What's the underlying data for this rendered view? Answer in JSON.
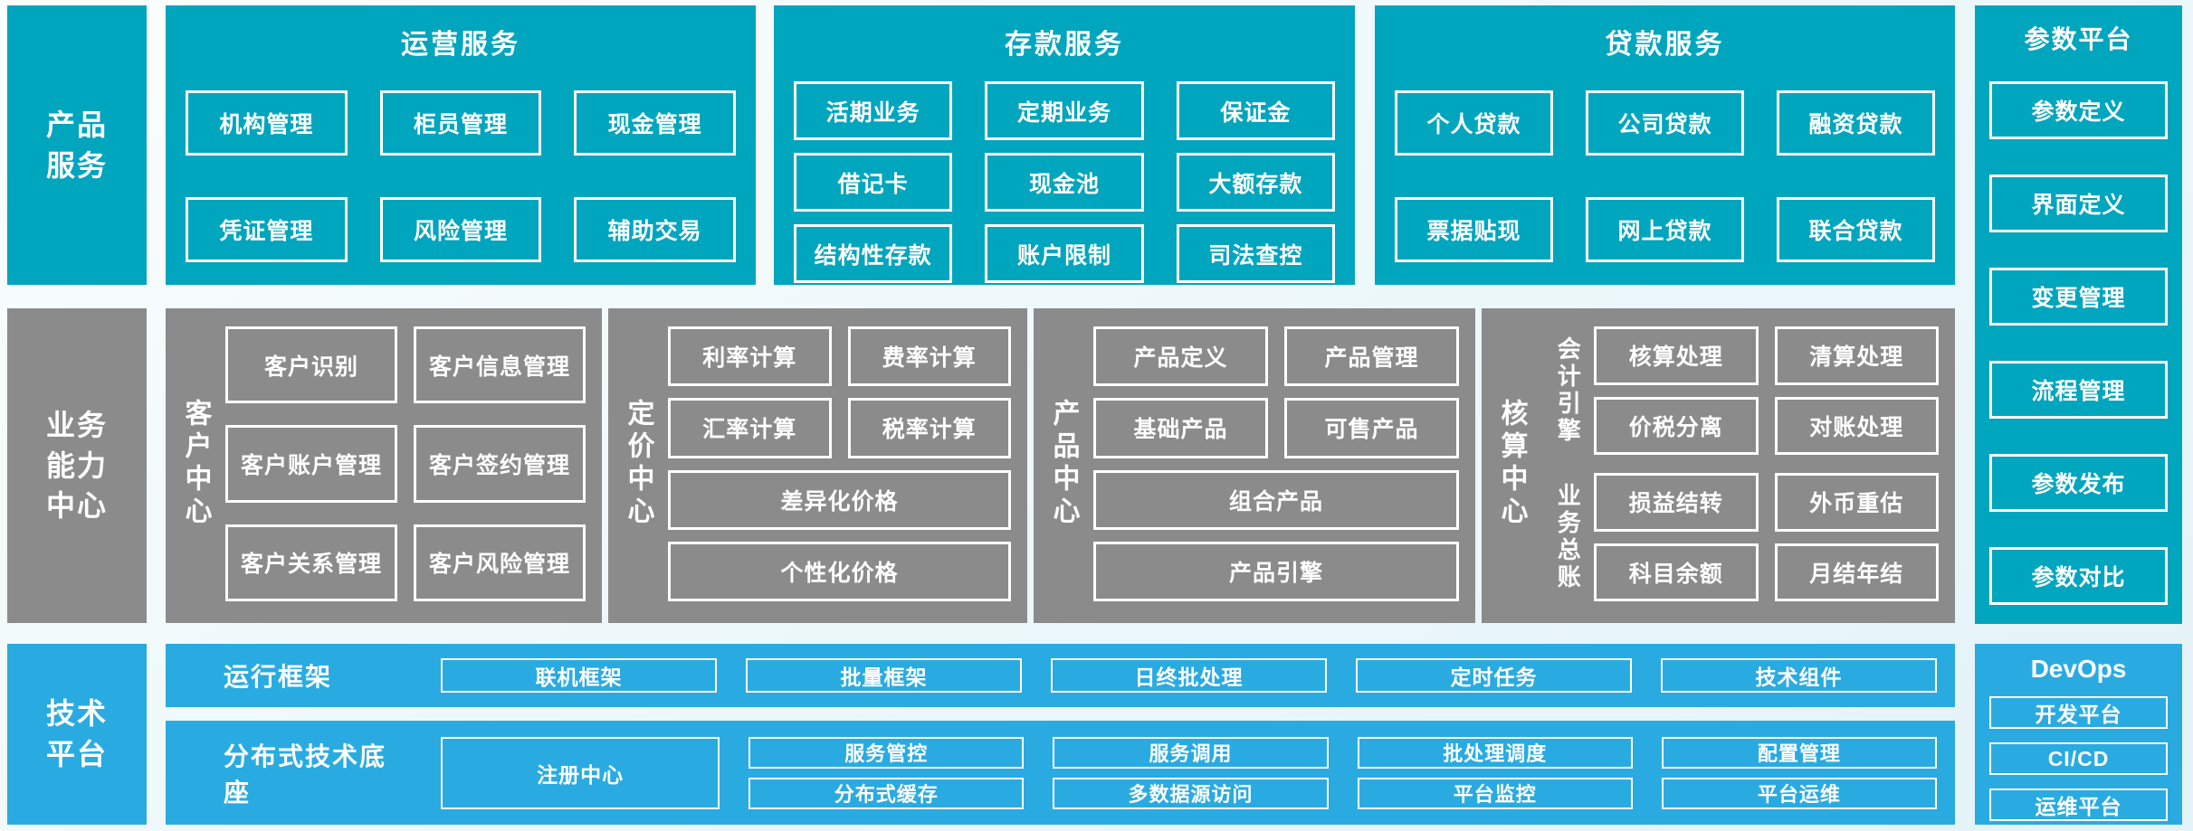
{
  "palette": {
    "teal": "#00a5be",
    "gray": "#8b8b8b",
    "blue": "#29abe2",
    "background": "#ecf7fa",
    "box_border": "#ffffff",
    "text": "#ffffff"
  },
  "left_rail": {
    "items": [
      {
        "label": "产品\n服务"
      },
      {
        "label": "业务\n能力\n中心"
      },
      {
        "label": "技术\n平台"
      }
    ]
  },
  "top_sections": [
    {
      "title": "运营服务",
      "boxes": [
        "机构管理",
        "柜员管理",
        "现金管理",
        "凭证管理",
        "风险管理",
        "辅助交易"
      ]
    },
    {
      "title": "存款服务",
      "boxes": [
        "活期业务",
        "定期业务",
        "保证金",
        "借记卡",
        "现金池",
        "大额存款",
        "结构性存款",
        "账户限制",
        "司法查控"
      ]
    },
    {
      "title": "贷款服务",
      "boxes": [
        "个人贷款",
        "公司贷款",
        "融资贷款",
        "票据贴现",
        "网上贷款",
        "联合贷款"
      ]
    }
  ],
  "param_platform": {
    "title": "参数平台",
    "boxes": [
      "参数定义",
      "界面定义",
      "变更管理",
      "流程管理",
      "参数发布",
      "参数对比"
    ]
  },
  "capability_sections": [
    {
      "label": "客户中心",
      "rows": [
        [
          "客户识别",
          "客户信息管理"
        ],
        [
          "客户账户管理",
          "客户签约管理"
        ],
        [
          "客户关系管理",
          "客户风险管理"
        ]
      ]
    },
    {
      "label": "定价中心",
      "rows": [
        [
          "利率计算",
          "费率计算"
        ],
        [
          "汇率计算",
          "税率计算"
        ],
        [
          "差异化价格"
        ],
        [
          "个性化价格"
        ]
      ]
    },
    {
      "label": "产品中心",
      "rows": [
        [
          "产品定义",
          "产品管理"
        ],
        [
          "基础产品",
          "可售产品"
        ],
        [
          "组合产品"
        ],
        [
          "产品引擎"
        ]
      ]
    },
    {
      "label": "核算中心",
      "groups": [
        {
          "label": "会计引擎",
          "rows": [
            [
              "核算处理",
              "清算处理"
            ],
            [
              "价税分离",
              "对账处理"
            ]
          ]
        },
        {
          "label": "业务总账",
          "rows": [
            [
              "损益结转",
              "外币重估"
            ],
            [
              "科目余额",
              "月结年结"
            ]
          ]
        }
      ]
    }
  ],
  "tech_platform": {
    "runtime": {
      "label": "运行框架",
      "boxes": [
        "联机框架",
        "批量框架",
        "日终批处理",
        "定时任务",
        "技术组件"
      ]
    },
    "distributed": {
      "label": "分布式技术底座",
      "registry": "注册中心",
      "columns": [
        [
          "服务管控",
          "分布式缓存"
        ],
        [
          "服务调用",
          "多数据源访问"
        ],
        [
          "批处理调度",
          "平台监控"
        ],
        [
          "配置管理",
          "平台运维"
        ]
      ]
    },
    "devops": {
      "title": "DevOps",
      "boxes": [
        "开发平台",
        "CI/CD",
        "运维平台"
      ]
    }
  }
}
